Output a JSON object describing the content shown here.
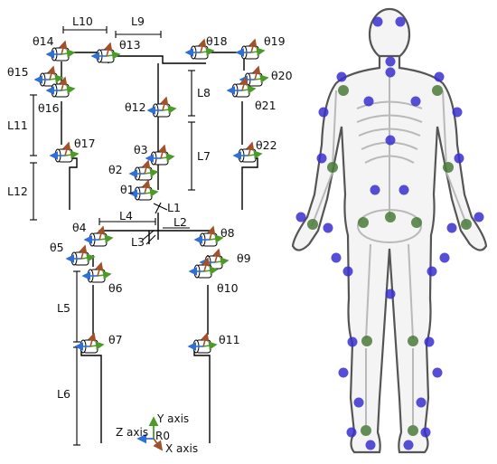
{
  "joint_labels": [
    "θ1",
    "θ2",
    "θ3",
    "θ4",
    "θ5",
    "θ6",
    "θ7",
    "θ8",
    "θ9",
    "θ10",
    "θ11",
    "θ12",
    "θ13",
    "θ14",
    "θ15",
    "θ16",
    "θ17",
    "θ18",
    "θ19",
    "θ20",
    "θ21",
    "θ22"
  ],
  "length_labels": [
    "L1",
    "L2",
    "L3",
    "L4",
    "L5",
    "L6",
    "L7",
    "L8",
    "L9",
    "L10",
    "L11",
    "L12"
  ],
  "axes": {
    "y": "Y axis",
    "z": "Z axis",
    "x": "X axis",
    "origin": "R0"
  },
  "colors": {
    "x_axis": "#2f6fd6",
    "y_axis": "#4c9a2a",
    "z_axis": "#a0522d",
    "marker_blue": "#3a2fd0",
    "marker_green": "#4a7a3a",
    "figure_outline": "#555555"
  }
}
